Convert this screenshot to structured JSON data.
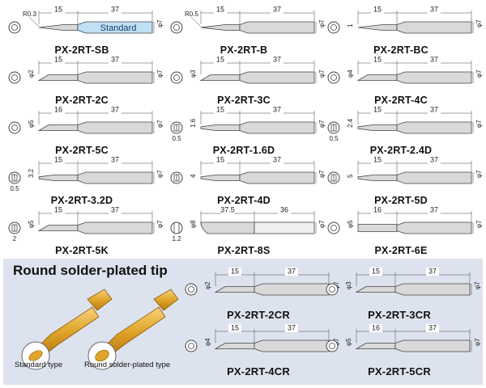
{
  "tips": [
    {
      "name": "PX-2RT-SB",
      "d1": "15",
      "d2": "37",
      "radius": "R0.3",
      "inner": "Standard",
      "special": "standard"
    },
    {
      "name": "PX-2RT-B",
      "d1": "15",
      "d2": "37",
      "radius": "R0.5",
      "special": "cone"
    },
    {
      "name": "PX-2RT-BC",
      "d1": "15",
      "d2": "37",
      "side": "1",
      "special": "cone"
    },
    {
      "name": "PX-2RT-2C",
      "d1": "15",
      "d2": "37",
      "side": "φ2",
      "special": "bevel"
    },
    {
      "name": "PX-2RT-3C",
      "d1": "15",
      "d2": "37",
      "side": "φ3",
      "special": "bevel"
    },
    {
      "name": "PX-2RT-4C",
      "d1": "15",
      "d2": "37",
      "side": "φ4",
      "special": "bevel"
    },
    {
      "name": "PX-2RT-5C",
      "d1": "16",
      "d2": "37",
      "side": "φ5",
      "special": "bevel"
    },
    {
      "name": "PX-2RT-1.6D",
      "d1": "15",
      "d2": "37",
      "side": "1.6",
      "below": "0.5",
      "special": "chisel"
    },
    {
      "name": "PX-2RT-2.4D",
      "d1": "15",
      "d2": "37",
      "side": "2.4",
      "below": "0.5",
      "special": "chisel"
    },
    {
      "name": "PX-2RT-3.2D",
      "d1": "15",
      "d2": "37",
      "side": "3.2",
      "below": "0.5",
      "special": "chisel"
    },
    {
      "name": "PX-2RT-4D",
      "d1": "15",
      "d2": "37",
      "side": "4",
      "special": "chisel"
    },
    {
      "name": "PX-2RT-5D",
      "d1": "15",
      "d2": "37",
      "side": "5",
      "special": "chisel"
    },
    {
      "name": "PX-2RT-5K",
      "d1": "15",
      "d2": "37",
      "side": "φ5",
      "below": "2",
      "special": "knife"
    },
    {
      "name": "PX-2RT-8S",
      "d1": "37.5",
      "d2": "36",
      "side": "φ8",
      "below": "1.2",
      "special": "big"
    },
    {
      "name": "PX-2RT-6E",
      "d1": "16",
      "d2": "37",
      "side": "φ5",
      "special": "cup"
    }
  ],
  "body_dia": "φ7",
  "round": {
    "title": "Round solder-plated tip",
    "caption_std": "Standard type",
    "caption_round": "Round solder-plated type",
    "tips": [
      {
        "name": "PX-2RT-2CR",
        "d1": "15",
        "d2": "37",
        "side": "φ2"
      },
      {
        "name": "PX-2RT-3CR",
        "d1": "15",
        "d2": "37",
        "side": "φ3"
      },
      {
        "name": "PX-2RT-4CR",
        "d1": "15",
        "d2": "37",
        "side": "φ4"
      },
      {
        "name": "PX-2RT-5CR",
        "d1": "16",
        "d2": "37",
        "side": "φ5"
      }
    ]
  }
}
